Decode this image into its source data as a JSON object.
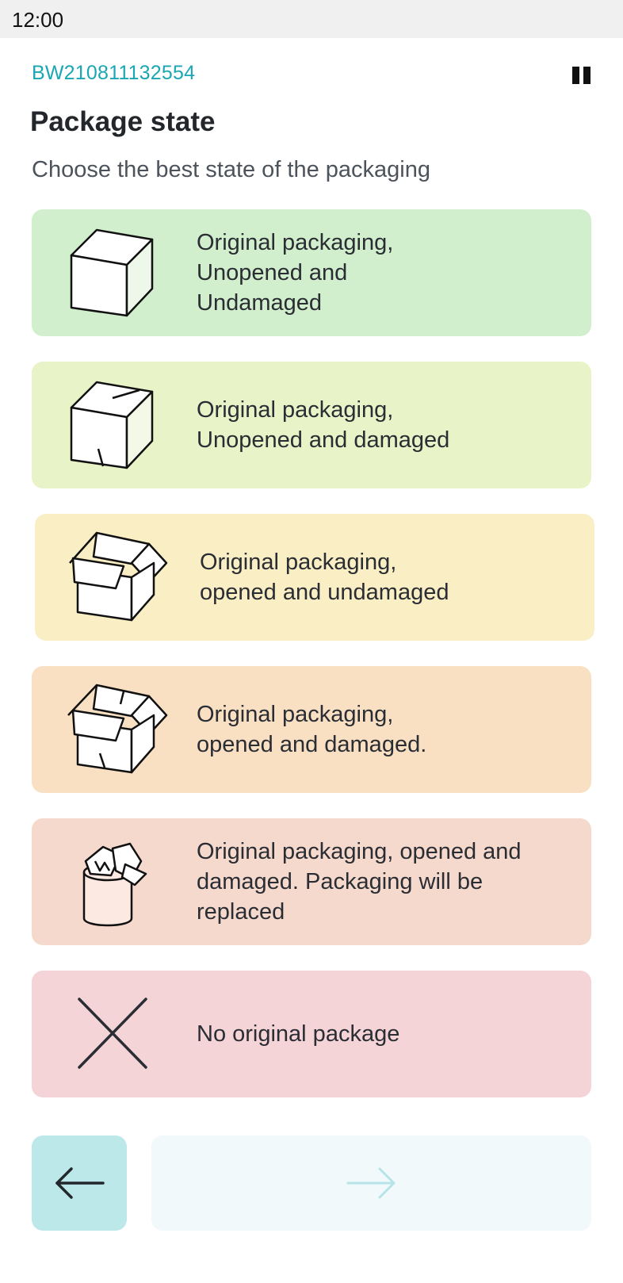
{
  "status_bar": {
    "time": "12:00"
  },
  "header": {
    "reference": "BW210811132554",
    "pause_icon": "pause-icon"
  },
  "page": {
    "title": "Package state",
    "subtitle": "Choose the best state of the packaging"
  },
  "options": [
    {
      "label": "Original packaging,\nUnopened and\nUndamaged",
      "icon": "closed-box-icon",
      "color": "#d1efcc"
    },
    {
      "label": "Original packaging,\nUnopened and damaged",
      "icon": "damaged-closed-box-icon",
      "color": "#e8f3c8"
    },
    {
      "label": "Original packaging,\nopened and undamaged",
      "icon": "open-box-icon",
      "color": "#f9eec4"
    },
    {
      "label": "Original packaging,\nopened and damaged.",
      "icon": "damaged-open-box-icon",
      "color": "#f9e0c3"
    },
    {
      "label": "Original packaging, opened and\ndamaged. Packaging will be\nreplaced",
      "icon": "bin-icon",
      "color": "#f6d9cd"
    },
    {
      "label": "No original package",
      "icon": "cross-icon",
      "color": "#f5d4d8"
    }
  ],
  "navigation": {
    "back_icon": "arrow-left-icon",
    "next_icon": "arrow-right-icon",
    "back_color": "#bde8ea",
    "next_color": "#f1f9fa"
  }
}
